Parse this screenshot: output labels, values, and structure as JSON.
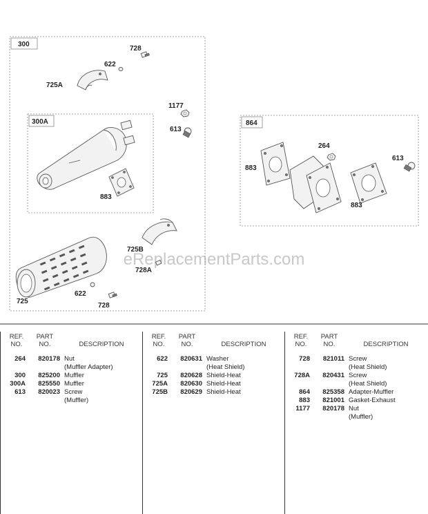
{
  "diagram": {
    "groups": [
      {
        "key": "g300",
        "label": "300"
      },
      {
        "key": "g300a",
        "label": "300A"
      },
      {
        "key": "g864",
        "label": "864"
      }
    ],
    "callouts": {
      "c728_top": "728",
      "c622_top": "622",
      "c725a": "725A",
      "c1177": "1177",
      "c613_left": "613",
      "c883_left": "883",
      "c725b": "725B",
      "c728a": "728A",
      "c725": "725",
      "c622_bottom": "622",
      "c728_bottom": "728",
      "c264": "264",
      "c883_right1": "883",
      "c613_right": "613",
      "c883_right2": "883"
    },
    "watermark": "eReplacementParts.com"
  },
  "table": {
    "headers": {
      "ref_line1": "REF.",
      "ref_line2": "NO.",
      "part_line1": "PART",
      "part_line2": "NO.",
      "description": "DESCRIPTION"
    },
    "columns": [
      [
        {
          "ref": "264",
          "part": "820178",
          "desc": "Nut",
          "desc2": "(Muffler Adapter)"
        },
        {
          "ref": "300",
          "part": "825200",
          "desc": "Muffler",
          "desc2": ""
        },
        {
          "ref": "300A",
          "part": "825550",
          "desc": "Muffler",
          "desc2": ""
        },
        {
          "ref": "613",
          "part": "820023",
          "desc": "Screw",
          "desc2": "(Muffler)"
        }
      ],
      [
        {
          "ref": "622",
          "part": "820631",
          "desc": "Washer",
          "desc2": "(Heat Shield)"
        },
        {
          "ref": "725",
          "part": "820628",
          "desc": "Shield-Heat",
          "desc2": ""
        },
        {
          "ref": "725A",
          "part": "820630",
          "desc": "Shield-Heat",
          "desc2": ""
        },
        {
          "ref": "725B",
          "part": "820629",
          "desc": "Shield-Heat",
          "desc2": ""
        }
      ],
      [
        {
          "ref": "728",
          "part": "821011",
          "desc": "Screw",
          "desc2": "(Heat Shield)"
        },
        {
          "ref": "728A",
          "part": "820431",
          "desc": "Screw",
          "desc2": "(Heat Shield)"
        },
        {
          "ref": "864",
          "part": "825358",
          "desc": "Adapter-Muffler",
          "desc2": ""
        },
        {
          "ref": "883",
          "part": "821001",
          "desc": "Gasket-Exhaust",
          "desc2": ""
        },
        {
          "ref": "1177",
          "part": "820178",
          "desc": "Nut",
          "desc2": "(Muffler)"
        }
      ]
    ]
  }
}
